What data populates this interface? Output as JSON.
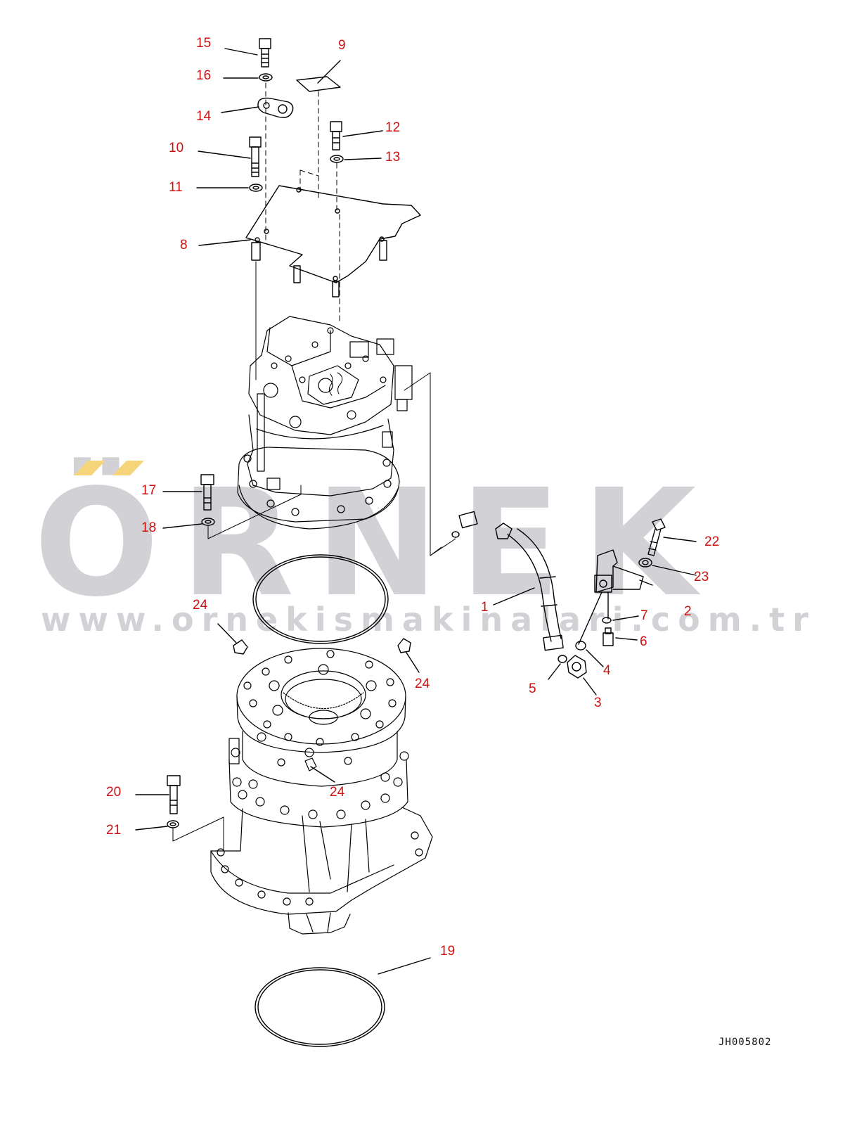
{
  "watermark": {
    "brand": "ÖRNEK",
    "url": "www.ornekismakinalari.com.tr",
    "accent_color": "#f5d47a",
    "text_color": "#d2d2d6"
  },
  "drawing_code": "JH005802",
  "callout_color": "#cc1111",
  "callouts": {
    "c1": "1",
    "c2": "2",
    "c3": "3",
    "c4": "4",
    "c5": "5",
    "c6": "6",
    "c7": "7",
    "c8": "8",
    "c9": "9",
    "c10": "10",
    "c11": "11",
    "c12": "12",
    "c13": "13",
    "c14": "14",
    "c15": "15",
    "c16": "16",
    "c17": "17",
    "c18": "18",
    "c19": "19",
    "c20": "20",
    "c21": "21",
    "c22": "22",
    "c23": "23",
    "c24a": "24",
    "c24b": "24",
    "c24c": "24"
  }
}
